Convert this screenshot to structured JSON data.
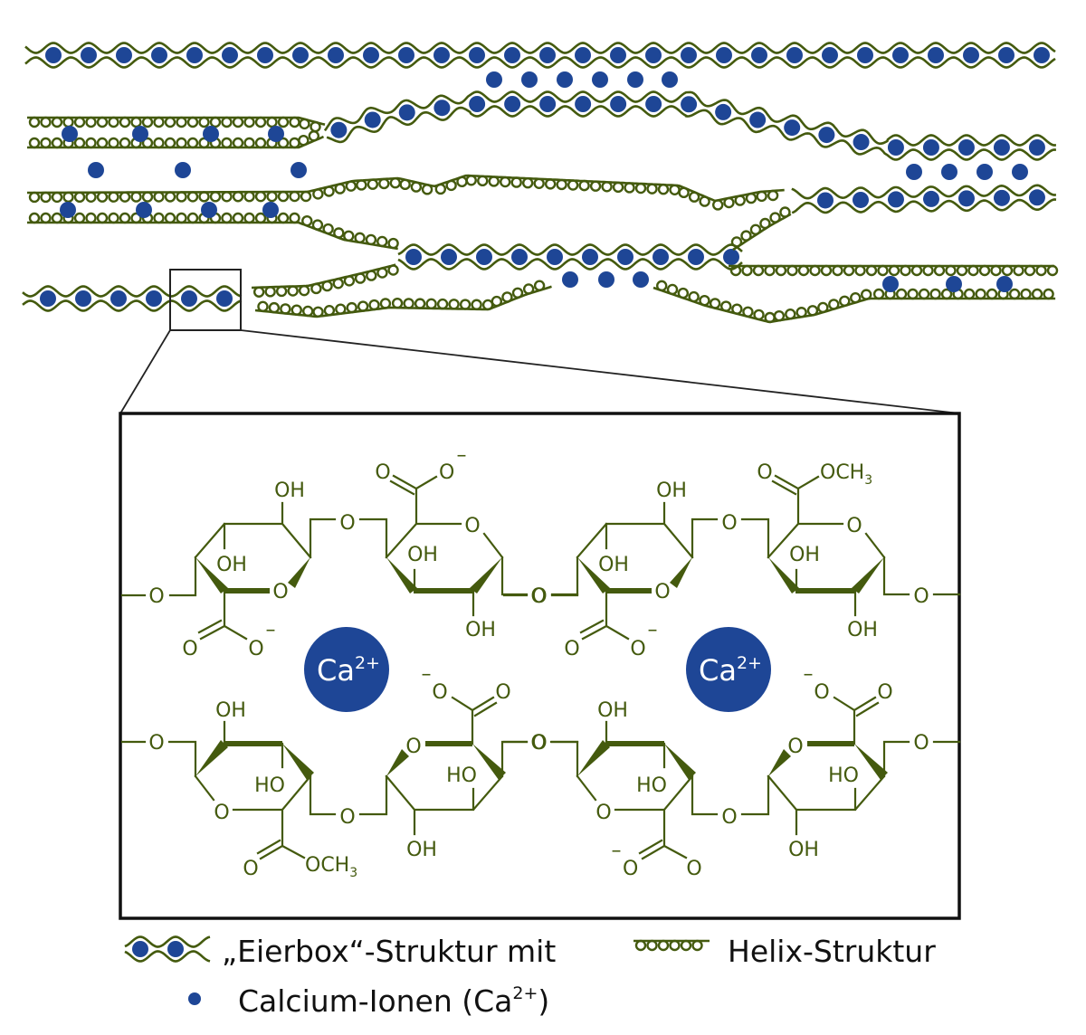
{
  "colors": {
    "strand": "#445a0e",
    "ion": "#1e4696",
    "frame": "#222222"
  },
  "molecule": {
    "ion": {
      "symbol": "Ca",
      "charge": "2+"
    },
    "units": [
      {
        "top": {
          "oh_a": "OH",
          "oh_b": "OH",
          "o_link_left": "O",
          "o_ring_a": "O",
          "carb_a_o": "O",
          "carb_a_om": "O",
          "carb_a_minus": "–",
          "o_link_mid": "O",
          "carb_b_o": "O",
          "carb_b_2": "O",
          "carb_b_2_sub": "",
          "carb_b_minus": "–",
          "oh_c": "OH",
          "o_ring_b": "O",
          "oh_d": "OH",
          "o_link_right": "O"
        },
        "bottom": {
          "o_link_left": "O",
          "oh_a": "OH",
          "ho_b": "HO",
          "o_ring_c": "O",
          "carb_c_o": "O",
          "carb_c_2": "OCH",
          "carb_c_2_sub": "3",
          "carb_c_minus": "",
          "o_link_mid": "O",
          "carb_d_om": "O",
          "carb_d_minus": "–",
          "carb_d_o": "O",
          "o_ring_d": "O",
          "ho_c": "HO",
          "oh_d": "OH",
          "o_link_right": "O"
        }
      },
      {
        "top": {
          "oh_a": "OH",
          "oh_b": "OH",
          "o_link_left": "O",
          "o_ring_a": "O",
          "carb_a_o": "O",
          "carb_a_om": "O",
          "carb_a_minus": "–",
          "o_link_mid": "O",
          "carb_b_o": "O",
          "carb_b_2": "OCH",
          "carb_b_2_sub": "3",
          "carb_b_minus": "",
          "oh_c": "OH",
          "o_ring_b": "O",
          "oh_d": "OH",
          "o_link_right": "O"
        },
        "bottom": {
          "o_link_left": "O",
          "oh_a": "OH",
          "ho_b": "HO",
          "o_ring_c": "O",
          "carb_c_o": "O",
          "carb_c_2": "O",
          "carb_c_2_sub": "",
          "carb_c_minus": "–",
          "o_link_mid": "O",
          "carb_d_om": "O",
          "carb_d_minus": "–",
          "carb_d_o": "O",
          "o_ring_d": "O",
          "ho_c": "HO",
          "oh_d": "OH",
          "o_link_right": "O"
        }
      }
    ]
  },
  "legend": {
    "eggbox_label": "„Eierbox“-Struktur mit",
    "helix_label": "Helix-Struktur",
    "ion_label": "Calcium-Ionen (Ca",
    "ion_label_sup": "2+",
    "ion_label_end": ")"
  }
}
